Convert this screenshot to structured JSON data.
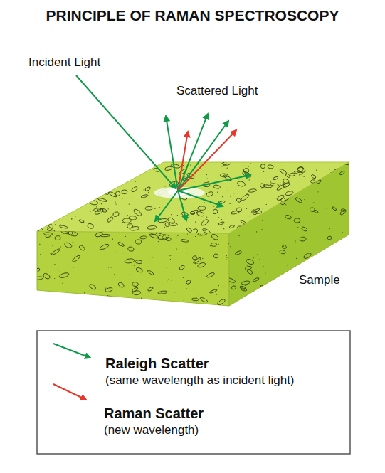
{
  "diagram": {
    "title": "PRINCIPLE OF RAMAN SPECTROSCOPY",
    "labels": [
      "Incident Light",
      "Scattered Light",
      "Sample",
      "(same wavelength as incident light)",
      "(new wavelength)"
    ],
    "legend": [
      {
        "text": "Raleigh Scatter"
      },
      {
        "text": "Raman Scatter"
      }
    ]
  }
}
